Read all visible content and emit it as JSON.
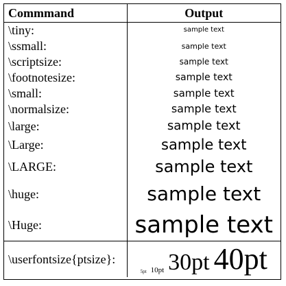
{
  "header": {
    "command": "Commmand",
    "output": "Output"
  },
  "rows": [
    {
      "command": "\\tiny:",
      "output": "sample text"
    },
    {
      "command": "\\ssmall:",
      "output": "sample text"
    },
    {
      "command": "\\scriptsize:",
      "output": "sample text"
    },
    {
      "command": "\\footnotesize:",
      "output": "sample text"
    },
    {
      "command": "\\small:",
      "output": "sample text"
    },
    {
      "command": "\\normalsize:",
      "output": "sample text"
    },
    {
      "command": "\\large:",
      "output": "sample text"
    },
    {
      "command": "\\Large:",
      "output": "sample text"
    },
    {
      "command": "\\LARGE:",
      "output": "sample text"
    },
    {
      "command": "\\huge:",
      "output": "sample text"
    },
    {
      "command": "\\Huge:",
      "output": "sample text"
    }
  ],
  "userfont": {
    "command": "\\userfontsize{ptsize}:",
    "samples": [
      "5pt",
      "10pt",
      "30pt",
      "40pt"
    ]
  }
}
